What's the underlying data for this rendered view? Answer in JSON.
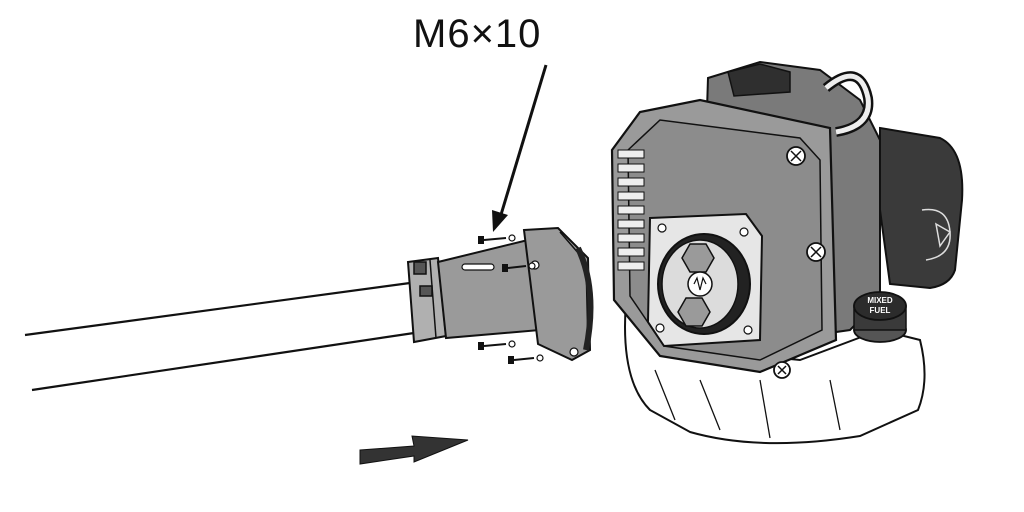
{
  "callout": {
    "label": "M6×10"
  },
  "engine_decal": {
    "line1": "MIXED",
    "line2": "FUEL"
  },
  "colors": {
    "line": "#111111",
    "part_gray": "#9a9a9a",
    "part_dark": "#3a3a3a",
    "background": "#ffffff"
  },
  "icons": {
    "arrow": "pointer-arrow-icon",
    "direction": "direction-arrow-icon"
  }
}
